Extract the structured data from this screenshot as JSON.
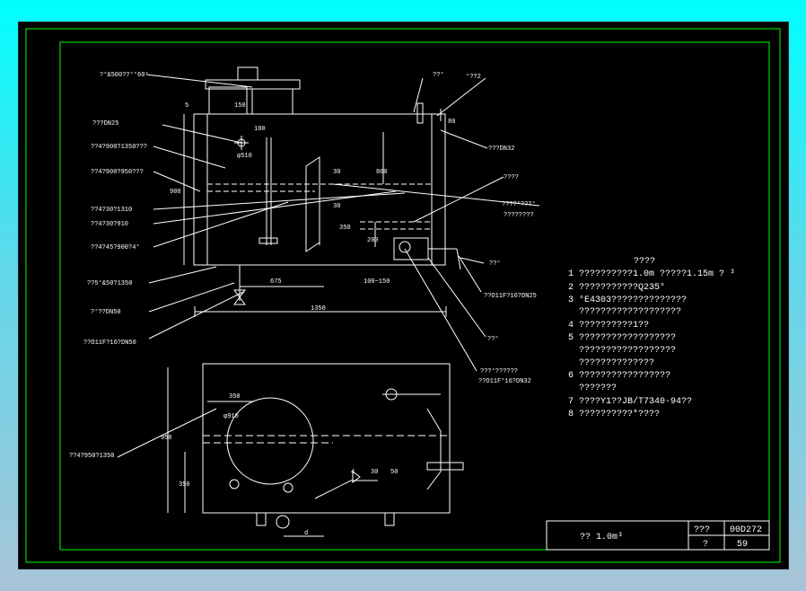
{
  "colors": {
    "background": "#000000",
    "border": "#00ff00",
    "lines": "#ffffff",
    "screen": "#00ffff"
  },
  "callouts": {
    "top_left": [
      "?°&500??°°60°",
      "???DN25",
      "??4?900?1350???",
      "??4?900?950???",
      "??4?30?1310",
      "??4?30?910",
      "??4?45?900?4°",
      "??5°&50?1350",
      "?°??DN50",
      "??O11F?16?DN50"
    ],
    "top_right": [
      "??°",
      "°??2",
      "???DN32",
      "????",
      "????°???°",
      "????????",
      "??°",
      "??O11F?16?DN25",
      "??°",
      "???°??????",
      "??O11F°16?DN32"
    ],
    "plan_left": "??4?950?1350"
  },
  "dimensions": {
    "d150": "150",
    "d100": "100",
    "d510": "φ510",
    "d900": "900",
    "d800": "800",
    "d30a": "30",
    "d30b": "30",
    "d350": "350",
    "d200": "200",
    "d100_150": "100~150",
    "d675": "675",
    "d1350": "1350",
    "d80": "80",
    "d5": "5",
    "p350": "350",
    "p910": "φ910",
    "p950": "950",
    "p350b": "350",
    "w4": "4",
    "w30": "30",
    "w50": "50",
    "pd": "d"
  },
  "notes": {
    "title": "????",
    "items": [
      {
        "n": "1",
        "lines": [
          "??????????1.0m  ?????1.15m ?  ³"
        ]
      },
      {
        "n": "2",
        "lines": [
          "???????????Q235°"
        ]
      },
      {
        "n": "3",
        "lines": [
          "°E4303??????????????",
          "???????????????????"
        ]
      },
      {
        "n": "4",
        "lines": [
          "??????????1??"
        ]
      },
      {
        "n": "5",
        "lines": [
          "??????????????????",
          "??????????????????",
          "??????????????"
        ]
      },
      {
        "n": "6",
        "lines": [
          "?????????????????",
          "???????"
        ]
      },
      {
        "n": "7",
        "lines": [
          "????Y1??JB/T7340-94??"
        ]
      },
      {
        "n": "8",
        "lines": [
          "??????????*????"
        ]
      }
    ]
  },
  "title_block": {
    "name": "??  1.0m³",
    "code_label": "???",
    "code": "00D272",
    "sheet_label": "?",
    "sheet": "59"
  }
}
